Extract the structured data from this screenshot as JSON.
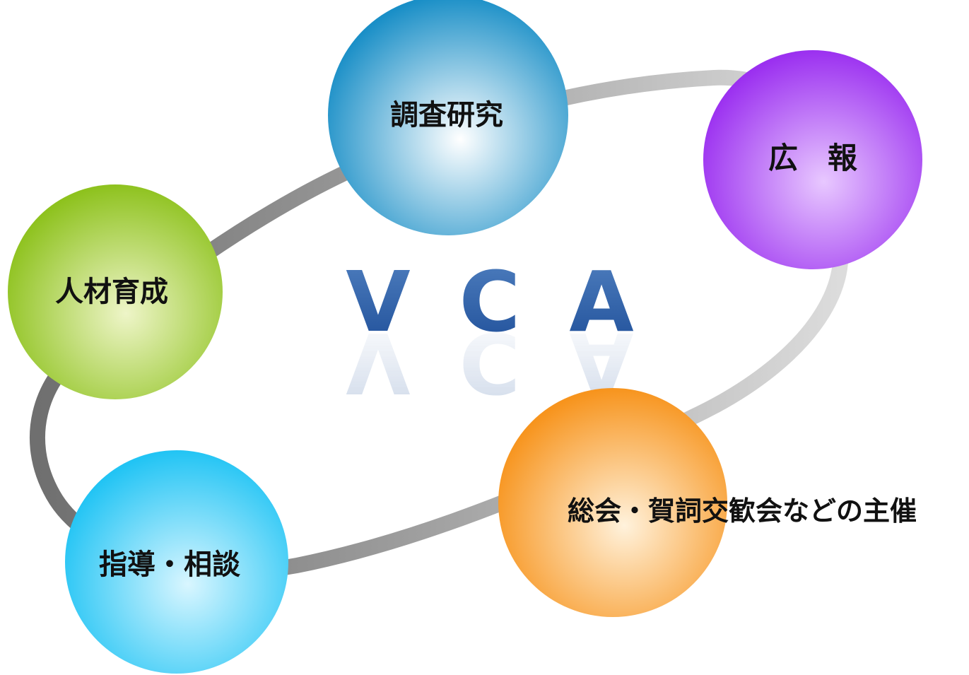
{
  "center": {
    "title": "V C A",
    "color_top": "#4f7fbf",
    "color_bottom": "#1f4f99"
  },
  "ring": {
    "color_dark": "#6f6f6f",
    "color_light": "#dcdcdc"
  },
  "nodes": [
    {
      "id": "research",
      "label": "調査研究",
      "color_edge": "#1a8fc7",
      "color_center": "#ffffff"
    },
    {
      "id": "public-relations",
      "label": "広　報",
      "color_edge": "#9b30f0",
      "color_center": "#e8c8ff"
    },
    {
      "id": "hr-development",
      "label": "人材育成",
      "color_edge": "#8ec21e",
      "color_center": "#eef5c8"
    },
    {
      "id": "general-meeting",
      "label": "総会・賀詞交歓会などの主催",
      "color_edge": "#f7941d",
      "color_center": "#fff2dc"
    },
    {
      "id": "guidance",
      "label": "指導・相談",
      "color_edge": "#22c4f4",
      "color_center": "#d9f6ff"
    }
  ]
}
